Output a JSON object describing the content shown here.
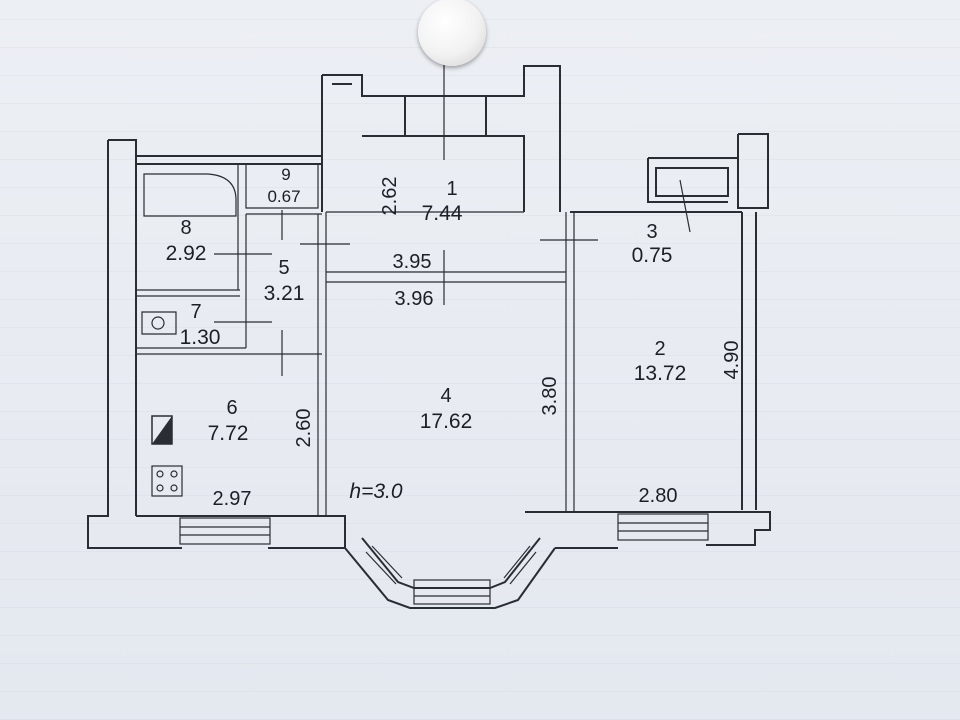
{
  "plan": {
    "height_note": "h=3.0",
    "rooms": [
      {
        "num": "1",
        "area": "7.44"
      },
      {
        "num": "2",
        "area": "13.72"
      },
      {
        "num": "3",
        "area": "0.75"
      },
      {
        "num": "4",
        "area": "17.62"
      },
      {
        "num": "5",
        "area": "3.21"
      },
      {
        "num": "6",
        "area": "7.72"
      },
      {
        "num": "7",
        "area": "1.30"
      },
      {
        "num": "8",
        "area": "2.92"
      },
      {
        "num": "9",
        "area": "0.67"
      }
    ],
    "dimensions": {
      "d_262": "2.62",
      "d_395": "3.95",
      "d_396": "3.96",
      "d_380": "3.80",
      "d_490": "4.90",
      "d_260": "2.60",
      "d_297": "2.97",
      "d_280": "2.80"
    }
  }
}
